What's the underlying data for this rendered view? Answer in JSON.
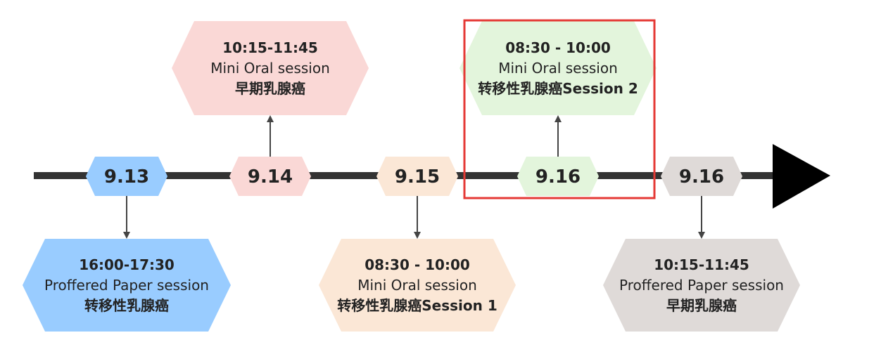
{
  "dates": [
    {
      "label": "9.13",
      "color": "#99ccff"
    },
    {
      "label": "9.14",
      "color": "#fad8d6"
    },
    {
      "label": "9.15",
      "color": "#fbe7d6"
    },
    {
      "label": "9.16",
      "color": "#e3f5dc"
    },
    {
      "label": "9.16",
      "color": "#dfdad8"
    }
  ],
  "sessions": [
    {
      "time": "16:00-17:30",
      "type": "Proffered Paper session",
      "topic": "转移性乳腺癌",
      "color": "#99ccff"
    },
    {
      "time": "10:15-11:45",
      "type": "Mini Oral session",
      "topic": "早期乳腺癌",
      "color": "#fad8d6"
    },
    {
      "time": "08:30 - 10:00",
      "type": "Mini Oral session",
      "topic": "转移性乳腺癌Session 1",
      "color": "#fbe7d6"
    },
    {
      "time": "08:30 - 10:00",
      "type": "Mini Oral session",
      "topic": "转移性乳腺癌Session 2",
      "color": "#e3f5dc"
    },
    {
      "time": "10:15-11:45",
      "type": "Proffered Paper session",
      "topic": "早期乳腺癌",
      "color": "#dfdad8"
    }
  ],
  "highlight_color": "#e53935",
  "line_color": "#333333"
}
